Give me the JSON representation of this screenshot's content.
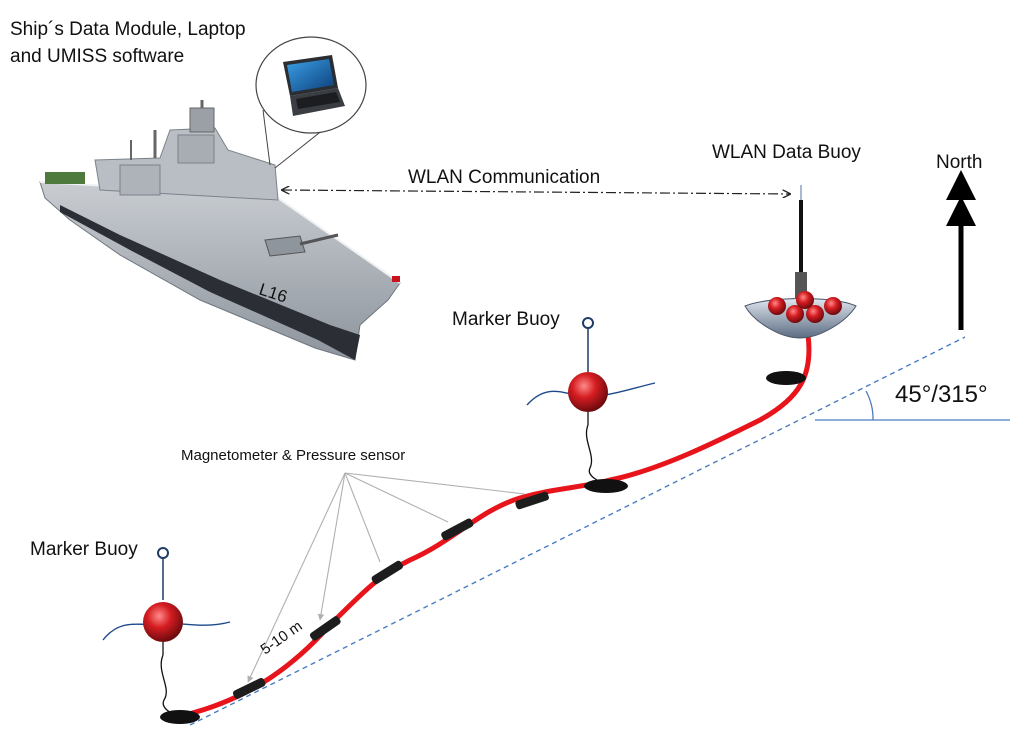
{
  "labels": {
    "ship_line1": "Ship´s Data Module, Laptop",
    "ship_line2": "and UMISS software",
    "wlan_communication": "WLAN Communication",
    "wlan_data_buoy": "WLAN Data Buoy",
    "north": "North",
    "angle": "45°/315°",
    "marker_buoy_upper": "Marker Buoy",
    "marker_buoy_lower": "Marker Buoy",
    "sensor": "Magnetometer & Pressure sensor",
    "spacing": "5-10 m",
    "ship_hull_number": "L16"
  },
  "colors": {
    "cable": "#e8141c",
    "buoy_red": "#c8141c",
    "angle_lines": "#4a7cc0",
    "arrow": "#000000",
    "pointer_lines": "#b0b0b0"
  }
}
